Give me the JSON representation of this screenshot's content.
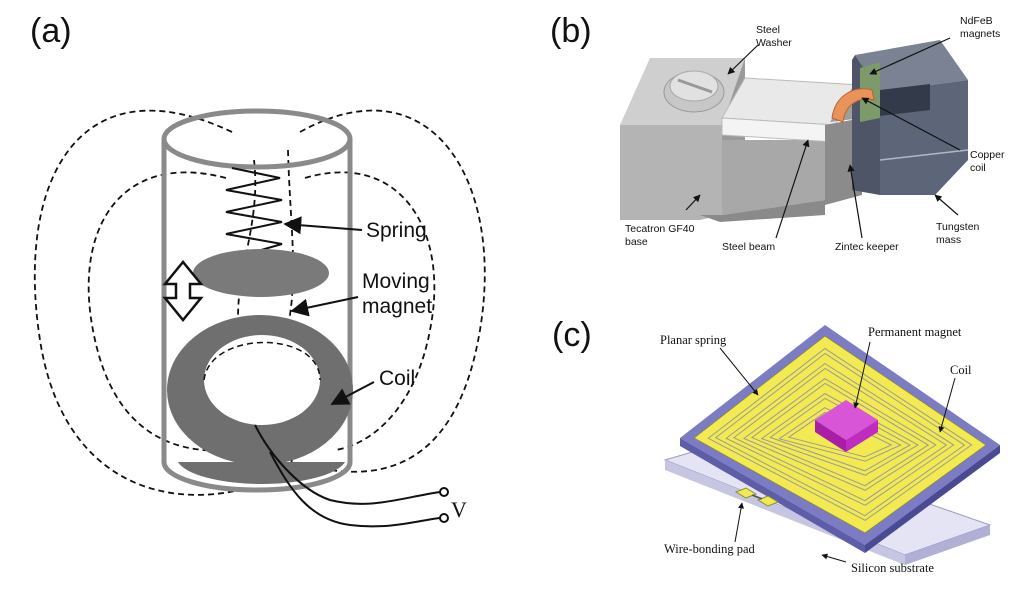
{
  "panels": {
    "a": {
      "letter": "(a)",
      "labels": {
        "spring": "Spring",
        "moving_magnet_1": "Moving",
        "moving_magnet_2": "magnet",
        "coil": "Coil",
        "voltage": "V"
      }
    },
    "b": {
      "letter": "(b)",
      "labels": {
        "steel_washer_1": "Steel",
        "steel_washer_2": "Washer",
        "ndfeb_1": "NdFeB",
        "ndfeb_2": "magnets",
        "copper_1": "Copper",
        "copper_2": "coil",
        "tecatron_1": "Tecatron GF40",
        "tecatron_2": "base",
        "steel_beam": "Steel beam",
        "zintec": "Zintec keeper",
        "tungsten_1": "Tungsten",
        "tungsten_2": "mass"
      }
    },
    "c": {
      "letter": "(c)",
      "labels": {
        "planar_spring": "Planar spring",
        "permanent_magnet": "Permanent magnet",
        "coil": "Coil",
        "wire_bonding_pad": "Wire-bonding pad",
        "silicon_substrate": "Silicon substrate"
      }
    }
  },
  "colors": {
    "cylinder": "#8a8a8a",
    "magnet": "#7a7a7a",
    "coil_a": "#6f6f6f",
    "copper": "#e8935a",
    "ndfeb": "#7d9a6a",
    "tungsten": "#5d6678",
    "spring_gold": "#f2ea50",
    "permanent_magnet": "#c02bc0",
    "substrate": "#7c7cc4"
  }
}
